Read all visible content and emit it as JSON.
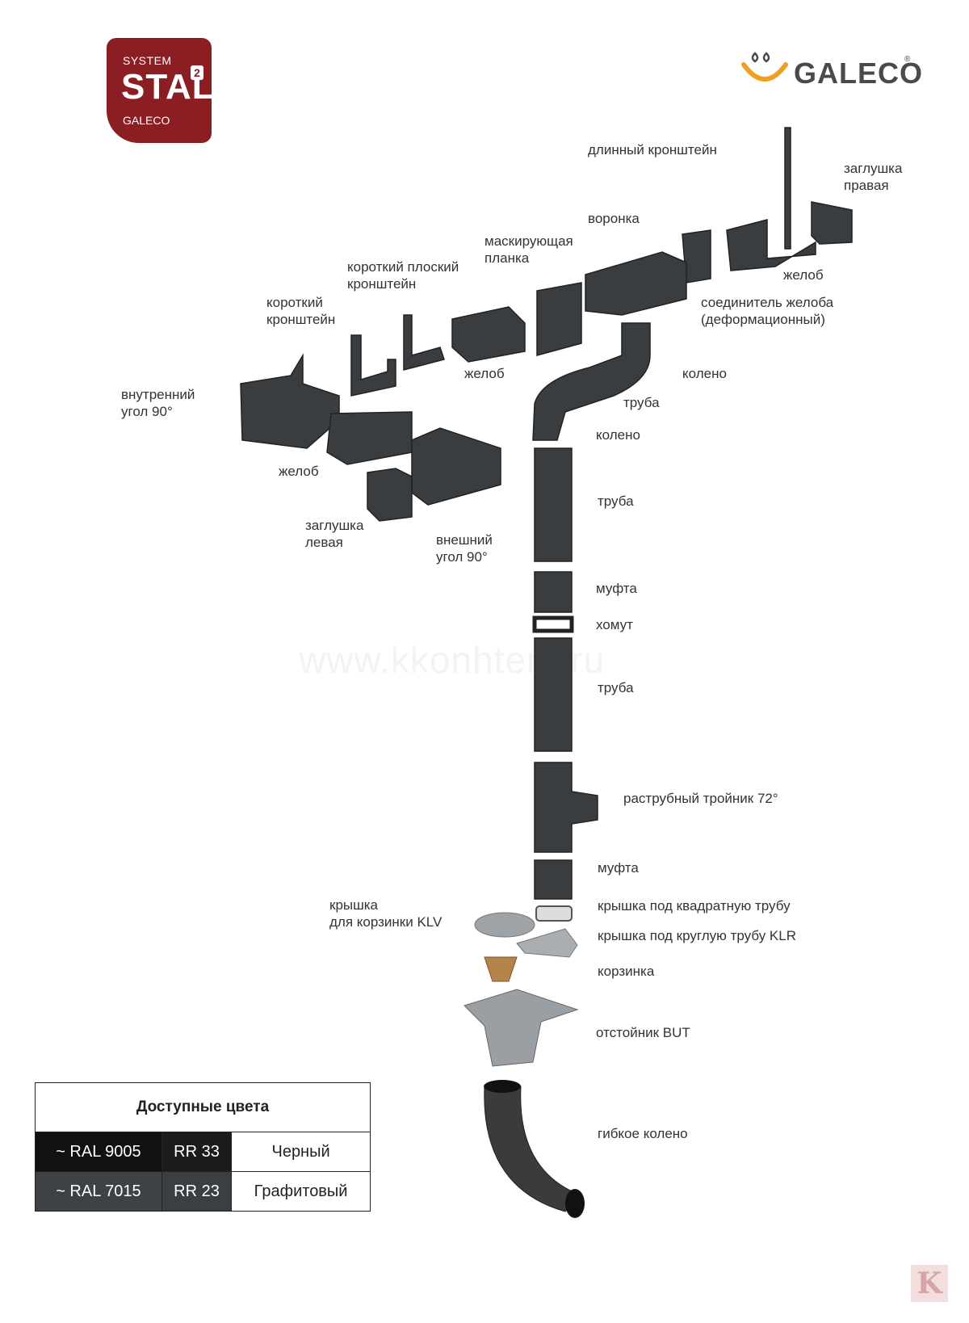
{
  "logos": {
    "stal": {
      "line1": "SYSTEM",
      "line2": "STAL",
      "superscript": "2",
      "line3": "GALECO"
    },
    "galeco": {
      "wordmark": "GALECO",
      "registered": "®"
    }
  },
  "watermark": "www.kkonhtent.ru",
  "labels": {
    "long_bracket": "длинный кронштейн",
    "end_cap_right": "заглушка\nправая",
    "funnel": "воронка",
    "masking_strip": "маскирующая\nпланка",
    "short_flat_bracket": "короткий плоский\nкронштейн",
    "short_bracket": "короткий\nкронштейн",
    "gutter_right": "желоб",
    "gutter_connector": "соединитель желоба\n(деформационный)",
    "gutter_center": "желоб",
    "elbow_1": "колено",
    "pipe_1": "труба",
    "elbow_2": "колено",
    "inner_corner": "внутренний\nугол 90°",
    "gutter_left": "желоб",
    "pipe_2": "труба",
    "end_cap_left": "заглушка\nлевая",
    "outer_corner": "внешний\nугол 90°",
    "coupling_1": "муфта",
    "clamp": "хомут",
    "pipe_3": "труба",
    "tee": "раструбный тройник 72°",
    "coupling_2": "муфта",
    "basket_cover": "крышка\nдля корзинки KLV",
    "square_pipe_cover": "крышка под квадратную трубу",
    "round_pipe_cover": "крышка под круглую трубу KLR",
    "basket": "корзинка",
    "sediment_trap": "отстойник BUT",
    "flexible_elbow": "гибкое колено"
  },
  "colors_table": {
    "title": "Доступные цвета",
    "rows": [
      {
        "ral": "~ RAL 9005",
        "rr": "RR 33",
        "name": "Черный",
        "ral_bg": "#111111",
        "rr_bg": "#1c1c1c"
      },
      {
        "ral": "~ RAL 7015",
        "rr": "RR 23",
        "name": "Графитовый",
        "ral_bg": "#3d4247",
        "rr_bg": "#3a3f44"
      }
    ]
  },
  "corner_badge": "K",
  "palette": {
    "part": "#3a3d40",
    "part_dark": "#2a2c2e",
    "brand_red": "#8a1e22",
    "galeco_orange": "#f0a020"
  }
}
